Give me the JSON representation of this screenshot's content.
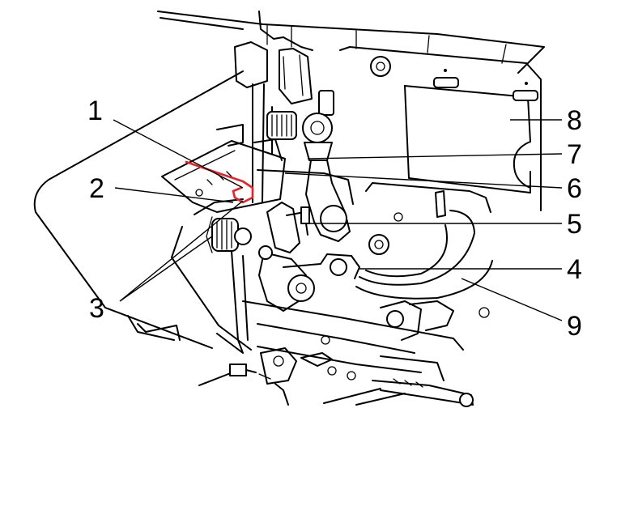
{
  "callouts": [
    {
      "id": "1",
      "label": "1"
    },
    {
      "id": "2",
      "label": "2"
    },
    {
      "id": "3",
      "label": "3"
    },
    {
      "id": "4",
      "label": "4"
    },
    {
      "id": "5",
      "label": "5"
    },
    {
      "id": "6",
      "label": "6"
    },
    {
      "id": "7",
      "label": "7"
    },
    {
      "id": "8",
      "label": "8"
    },
    {
      "id": "9",
      "label": "9"
    }
  ],
  "highlight": {
    "color": "#e8202a"
  }
}
